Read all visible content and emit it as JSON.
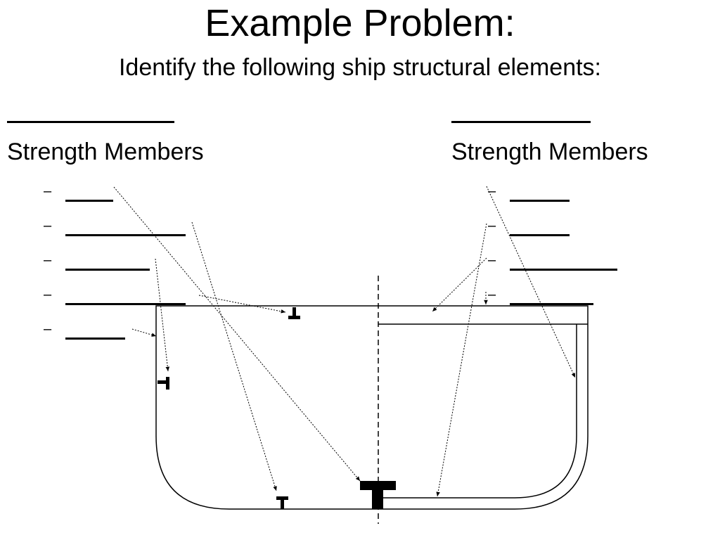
{
  "slide": {
    "title": "Example Problem:",
    "subtitle": "Identify the following ship structural elements:"
  },
  "left_column": {
    "heading_blank": "",
    "label": "Strength Members",
    "items": [
      {
        "bullet": "–",
        "blank": ""
      },
      {
        "bullet": "–",
        "blank": ""
      },
      {
        "bullet": "–",
        "blank": ""
      },
      {
        "bullet": "–",
        "blank": ""
      },
      {
        "bullet": "–",
        "blank": ""
      }
    ]
  },
  "right_column": {
    "heading_blank": "",
    "label": "Strength Members",
    "items": [
      {
        "bullet": "–",
        "blank": ""
      },
      {
        "bullet": "–",
        "blank": ""
      },
      {
        "bullet": "–",
        "blank": ""
      },
      {
        "bullet": "–",
        "blank": ""
      }
    ]
  }
}
